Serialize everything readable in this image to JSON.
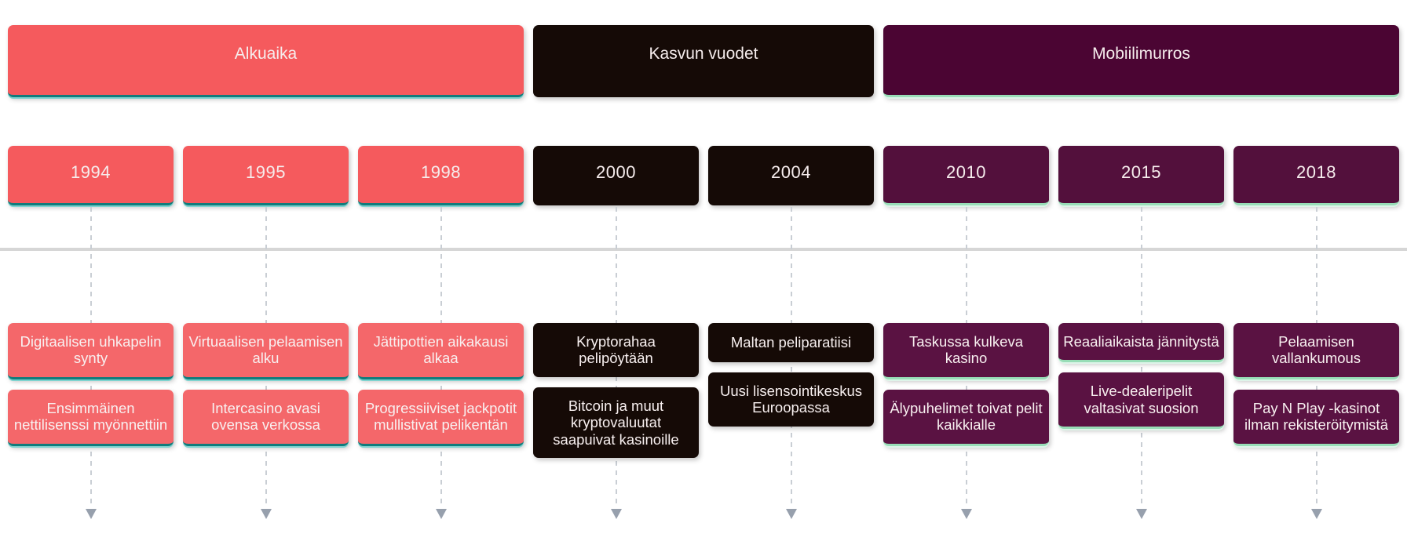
{
  "timeline": {
    "eras": [
      {
        "label": "Alkuaika",
        "theme": "coral",
        "span": 3,
        "color": "#f55a5d",
        "underline_color": "#117c7c"
      },
      {
        "label": "Kasvun vuodet",
        "theme": "black",
        "span": 2,
        "color": "#150a06",
        "underline_color": ""
      },
      {
        "label": "Mobiilimurros",
        "theme": "purple",
        "span": 3,
        "color": "#4b0533",
        "underline_color": "#98ddb7"
      }
    ],
    "milestones": [
      {
        "year": "1994",
        "theme": "coral",
        "title": "Digitaalisen uhkapelin synty",
        "description": "Ensimmäinen nettilisenssi myönnettiin"
      },
      {
        "year": "1995",
        "theme": "coral",
        "title": "Virtuaalisen pelaamisen alku",
        "description": "Intercasino avasi ovensa verkossa"
      },
      {
        "year": "1998",
        "theme": "coral",
        "title": "Jättipottien aikakausi alkaa",
        "description": "Progressiiviset jackpotit mullistivat pelikentän"
      },
      {
        "year": "2000",
        "theme": "black",
        "title": "Kryptorahaa pelipöytään",
        "description": "Bitcoin ja muut kryptovaluutat saapuivat kasinoille"
      },
      {
        "year": "2004",
        "theme": "black",
        "title": "Maltan peliparatiisi",
        "description": "Uusi lisensointikeskus Euroopassa"
      },
      {
        "year": "2010",
        "theme": "purple",
        "title": "Taskussa kulkeva kasino",
        "description": "Älypuhelimet toivat pelit kaikkialle"
      },
      {
        "year": "2015",
        "theme": "purple",
        "title": "Reaaliaikaista jännitystä",
        "description": "Live-dealeripelit valtasivat suosion"
      },
      {
        "year": "2018",
        "theme": "purple",
        "title": "Pelaamisen vallankumous",
        "description": "Pay N Play -kasinot ilman rekisteröitymistä"
      }
    ],
    "colors": {
      "coral_box": "#f55a5d",
      "coral_content_box": "#f4676a",
      "teal_underline_dark": "#117c7c",
      "teal_underline_light": "#7ed3cf",
      "black_box": "#150a06",
      "purple_header": "#4b0533",
      "purple_box": "#53103c",
      "mint_underline": "#98ddb7",
      "mint_underline_light": "#def4e9",
      "divider_line": "#d6d6d6",
      "dashed_connector": "#c9ced4",
      "arrow_head": "#97a0ad",
      "background": "#ffffff",
      "box_text": "#f6eded"
    }
  }
}
